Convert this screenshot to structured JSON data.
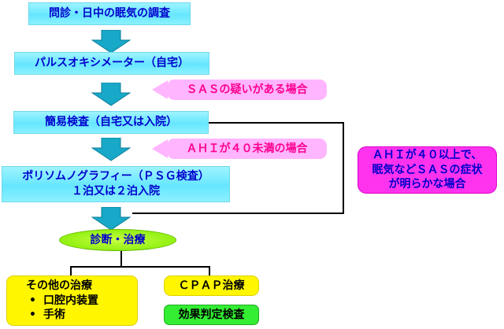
{
  "boxes": {
    "interview": "問診・日中の眠気の調査",
    "pulse_oximeter": "パルスオキシメーター（自宅）",
    "simple_test": "簡易検査（自宅又は入院）",
    "psg_line1": "ポリソムノグラフィー（ＰＳＧ検査）",
    "psg_line2": "１泊又は２泊入院",
    "diagnosis": "診断・治療",
    "other_title": "その他の治療",
    "other_items": [
      "口腔内装置",
      "手術"
    ],
    "cpap": "ＣＰＡＰ治療",
    "effect": "効果判定検査"
  },
  "conditions": {
    "sas_suspected": "ＳＡＳの疑いがある場合",
    "ahi_under_40": "ＡＨＩが４０未満の場合",
    "ahi_over_40_line1": "ＡＨＩが４０以上で、",
    "ahi_over_40_line2": "眠気などＳＡＳの症状",
    "ahi_over_40_line3": "が明らかな場合"
  },
  "colors": {
    "flow_box": "#66e6ff",
    "flow_text": "#0000cc",
    "condition_left_bg": "#ffb6ff",
    "condition_left_text": "#ff0090",
    "condition_right_bg": "#ff33ee",
    "arrow": "#18a8c8",
    "diagnosis_oval": "#7bea00",
    "other_box": "#fff600",
    "effect_box": "#33ee33"
  },
  "icons": [
    "down-arrow-icon",
    "left-arrow-icon"
  ]
}
